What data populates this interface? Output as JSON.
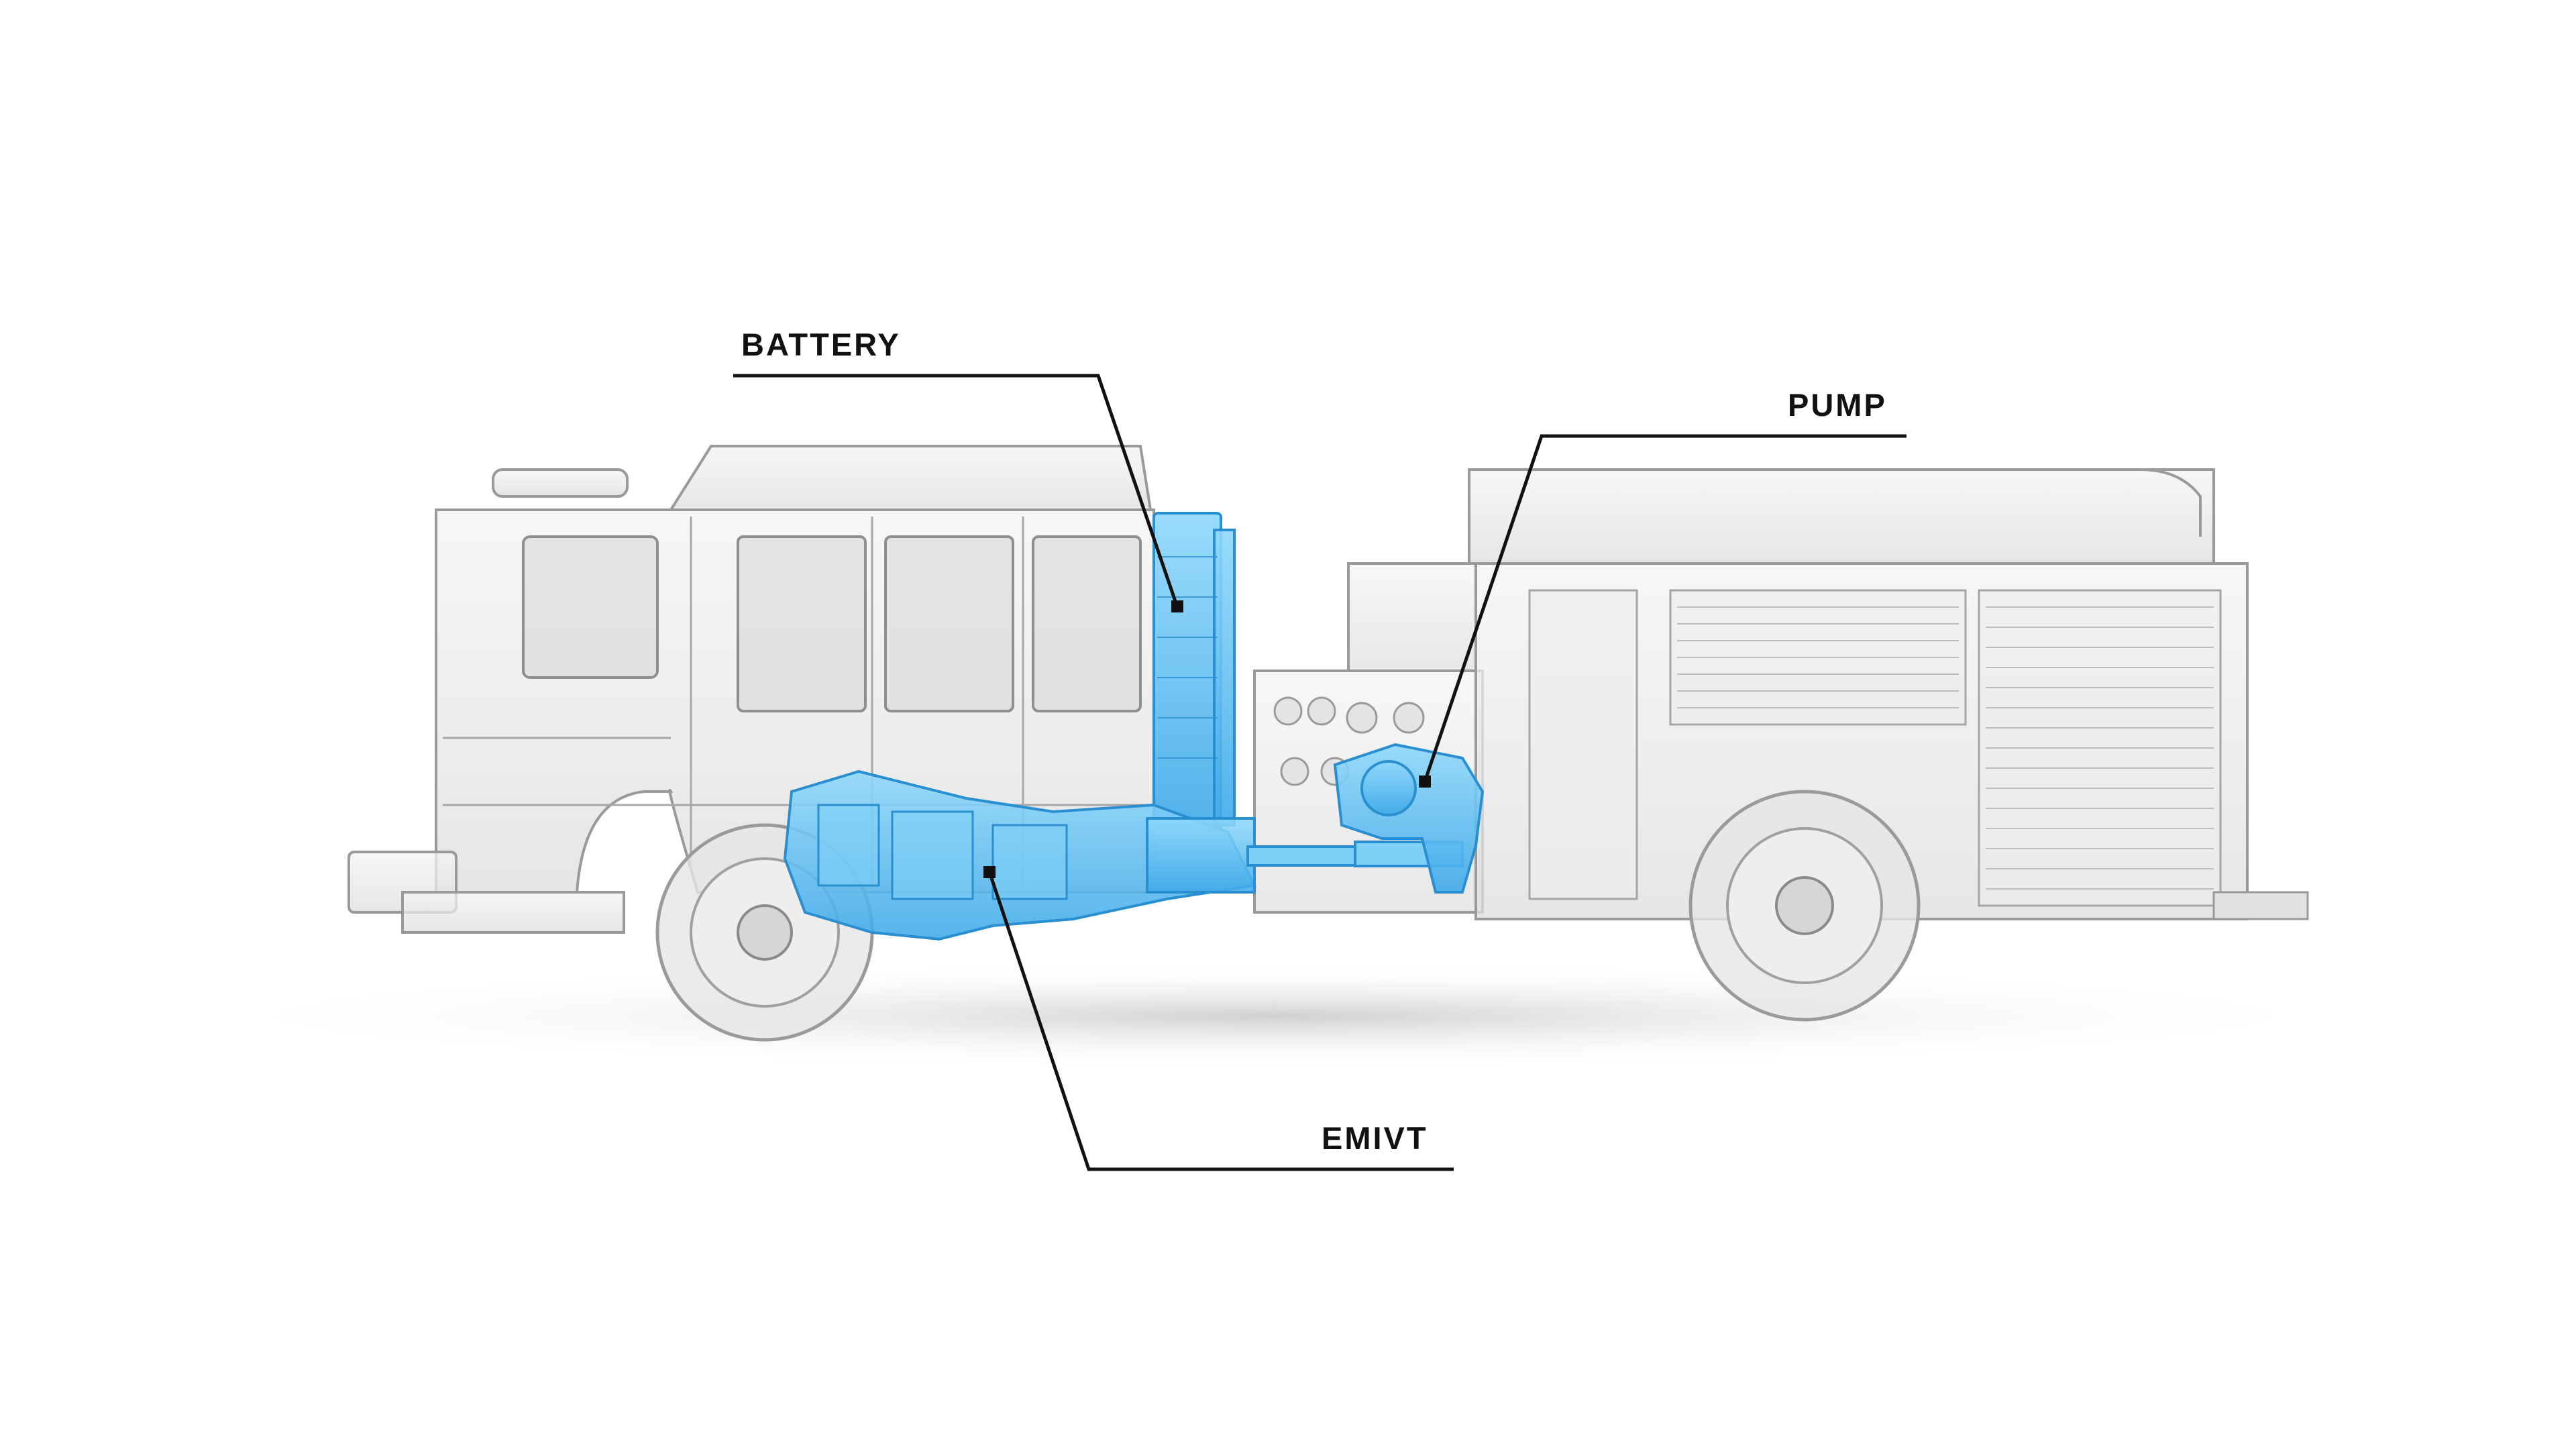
{
  "diagram": {
    "subject": "fire-truck-electrified-drivetrain",
    "labels": {
      "battery": "BATTERY",
      "pump": "PUMP",
      "emivt": "EMIVT"
    },
    "colors": {
      "background": "#ffffff",
      "body_outline": "#9a9a9a",
      "body_fill": "#e9e9e9",
      "highlight": "#5ec3f2",
      "highlight_dark": "#2a8fd0",
      "callout_line": "#111111"
    }
  }
}
